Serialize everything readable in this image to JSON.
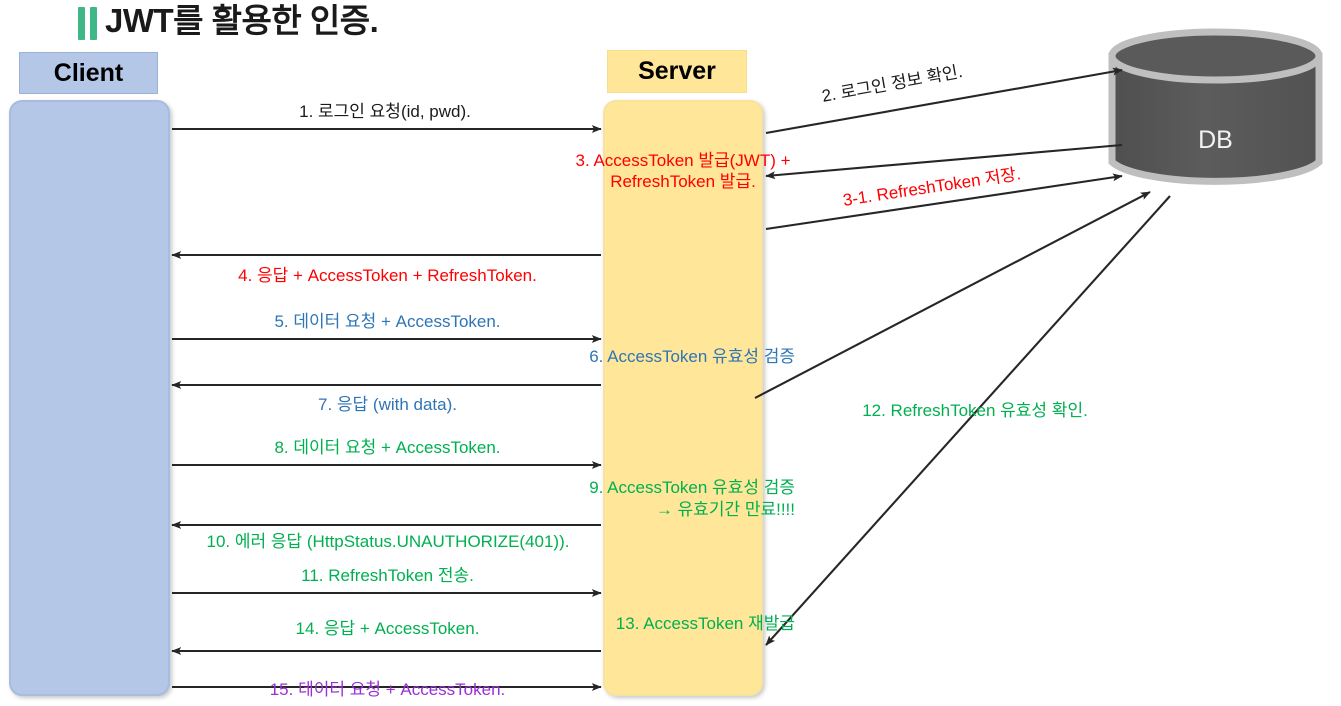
{
  "title": {
    "text": "JWT를 활용한 인증.",
    "accent_color": "#3FB887"
  },
  "actors": {
    "client": {
      "label": "Client",
      "fill": "#B4C7E7"
    },
    "server": {
      "label": "Server",
      "fill": "#FFE699"
    },
    "db": {
      "label": "DB",
      "fill": "#575757"
    }
  },
  "colors": {
    "black": "#1a1a1a",
    "red": "#FF0000",
    "blue": "#2E75B6",
    "green": "#00B050",
    "purple": "#9B30D9"
  },
  "messages": [
    {
      "id": "m1",
      "text": "1. 로그인 요청(id, pwd).",
      "color": "black",
      "from": "client",
      "to": "server"
    },
    {
      "id": "m2",
      "text": "2. 로그인 정보 확인.",
      "color": "black",
      "from": "server",
      "to": "db"
    },
    {
      "id": "m3",
      "text": "3. AccessToken 발급(JWT) +",
      "color": "red",
      "from": "db",
      "to": "server"
    },
    {
      "id": "m3b",
      "text": "RefreshToken 발급.",
      "color": "red",
      "from": "db",
      "to": "server"
    },
    {
      "id": "m31",
      "text": "3-1. RefreshToken 저장.",
      "color": "red",
      "from": "server",
      "to": "db"
    },
    {
      "id": "m4",
      "text": "4. 응답 + AccessToken + RefreshToken.",
      "color": "red",
      "from": "server",
      "to": "client"
    },
    {
      "id": "m5",
      "text": "5. 데이터 요청 + AccessToken.",
      "color": "blue",
      "from": "client",
      "to": "server"
    },
    {
      "id": "m6",
      "text": "6. AccessToken 유효성 검증",
      "color": "blue",
      "from": "server",
      "to": "server"
    },
    {
      "id": "m7",
      "text": "7. 응답 (with data).",
      "color": "blue",
      "from": "server",
      "to": "client"
    },
    {
      "id": "m8",
      "text": "8. 데이터 요청 + AccessToken.",
      "color": "green",
      "from": "client",
      "to": "server"
    },
    {
      "id": "m9",
      "text": "9. AccessToken 유효성 검증",
      "color": "green",
      "from": "server",
      "to": "server"
    },
    {
      "id": "m9b",
      "text": "→ 유효기간 만료!!!!",
      "color": "green",
      "from": "server",
      "to": "server"
    },
    {
      "id": "m10",
      "text": "10. 에러 응답 (HttpStatus.UNAUTHORIZE(401)).",
      "color": "green",
      "from": "server",
      "to": "client"
    },
    {
      "id": "m11",
      "text": "11. RefreshToken 전송.",
      "color": "green",
      "from": "client",
      "to": "server"
    },
    {
      "id": "m12",
      "text": "12. RefreshToken 유효성 확인.",
      "color": "green",
      "from": "server",
      "to": "db"
    },
    {
      "id": "m13",
      "text": "13. AccessToken 재발급",
      "color": "green",
      "from": "server",
      "to": "server"
    },
    {
      "id": "m14",
      "text": "14. 응답 + AccessToken.",
      "color": "green",
      "from": "server",
      "to": "client"
    },
    {
      "id": "m15",
      "text": "15. 데이터 요청 + AccessToken.",
      "color": "purple",
      "from": "client",
      "to": "server"
    }
  ]
}
